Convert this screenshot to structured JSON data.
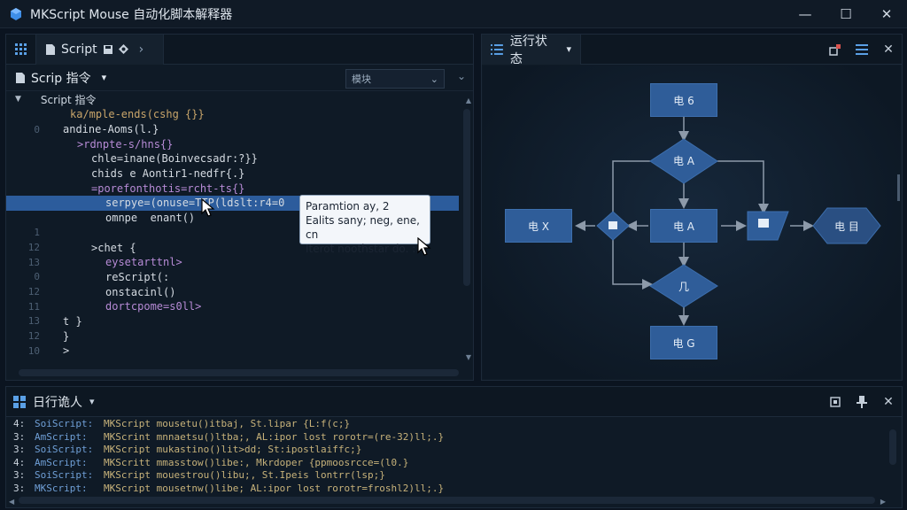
{
  "window": {
    "title": "MKScript Mouse 自动化脚本解释器",
    "minimize": "—",
    "maximize": "☐",
    "close": "✕"
  },
  "editor": {
    "tab_label": "Script",
    "tab_close": "›",
    "subheader_label": "Scrip 指令",
    "subheader_chevron": "▾",
    "dropdown_value": "模块",
    "dropdown_chevron": "⌄",
    "tree_root": "Script 指令",
    "lines": [
      {
        "num": "",
        "text": "ka/mple-ends(cshg {}}",
        "cls": "c1",
        "indent": 3
      },
      {
        "num": "0",
        "text": "andine-Aoms(l.}",
        "cls": "c2",
        "indent": 2
      },
      {
        "num": "",
        "text": ">rdnpte-s/hns{}",
        "cls": "c3",
        "indent": 4
      },
      {
        "num": "",
        "text": "chle=inane(Boinvecsadr:?}}",
        "cls": "c2",
        "indent": 6
      },
      {
        "num": "",
        "text": "chids e Aontir1-nedfr{.}",
        "cls": "c2",
        "indent": 6
      },
      {
        "num": "",
        "text": "=porefonthotis=rcht-ts{}",
        "cls": "c3",
        "indent": 6
      },
      {
        "num": "",
        "text": "serpye=(onuse=TTP(ldslt:r4=0",
        "cls": "c2",
        "indent": 8,
        "selected": true
      },
      {
        "num": "",
        "text": "omnpe  enant()",
        "cls": "c2",
        "indent": 8
      },
      {
        "num": "1",
        "text": "",
        "cls": "c2",
        "indent": 0
      },
      {
        "num": "12",
        "text": ">chet {",
        "cls": "c2",
        "indent": 6
      },
      {
        "num": "13",
        "text": "eysetarttnl>",
        "cls": "c3",
        "indent": 8
      },
      {
        "num": "0",
        "text": "reScript(:",
        "cls": "c2",
        "indent": 8
      },
      {
        "num": "12",
        "text": "onstacinl()",
        "cls": "c2",
        "indent": 8
      },
      {
        "num": "11",
        "text": "dortcpome=s0ll>",
        "cls": "c3",
        "indent": 8
      },
      {
        "num": "13",
        "text": "t }",
        "cls": "c2",
        "indent": 2
      },
      {
        "num": "12",
        "text": "}",
        "cls": "c2",
        "indent": 2
      },
      {
        "num": "10",
        "text": ">",
        "cls": "c2",
        "indent": 2
      }
    ],
    "tooltip": {
      "line1": "Paramtion ay, 2",
      "line2": "Ealits sany; neg, ene, cn",
      "line3": "Iterot noothstar do. :."
    }
  },
  "runtime": {
    "tab_label": "运行状态",
    "tab_chevron": "▾",
    "nodes": {
      "top": "电 6",
      "decision1": "电 A",
      "left": "电 X",
      "center": "电 A",
      "decision2": "几",
      "bottom": "电 G",
      "right_end": "电 目"
    }
  },
  "log": {
    "title": "日行诡人",
    "title_chevron": "▾",
    "lines": [
      {
        "num": "4:",
        "src": "SoiScript:",
        "msg": "MKScript mousetu()itbaj, St.lipar {L:f(c;}"
      },
      {
        "num": "3:",
        "src": "AmScript:",
        "msg": "MKScrint mnnaetsu()ltba;, AL:ipor lost rorotr=(re-32)ll;.}"
      },
      {
        "num": "3:",
        "src": "SoiScript:",
        "msg": "MKScript mukastino()lit>dd; St:ipostlaiffc;}"
      },
      {
        "num": "4:",
        "src": "AmScript:",
        "msg": "MKScritt mmasstow()libe:, Mkrdoper {ppmoosrcce=(l0.}"
      },
      {
        "num": "3:",
        "src": "SoiScript:",
        "msg": "MKScript mouestrou()libu;, St.Ipeis lontrr(lsp;}"
      },
      {
        "num": "3:",
        "src": "MKScript:",
        "msg": "MKScript mousetnw()libe; AL:ipor lost rorotr=froshl2)ll;.}"
      }
    ]
  }
}
